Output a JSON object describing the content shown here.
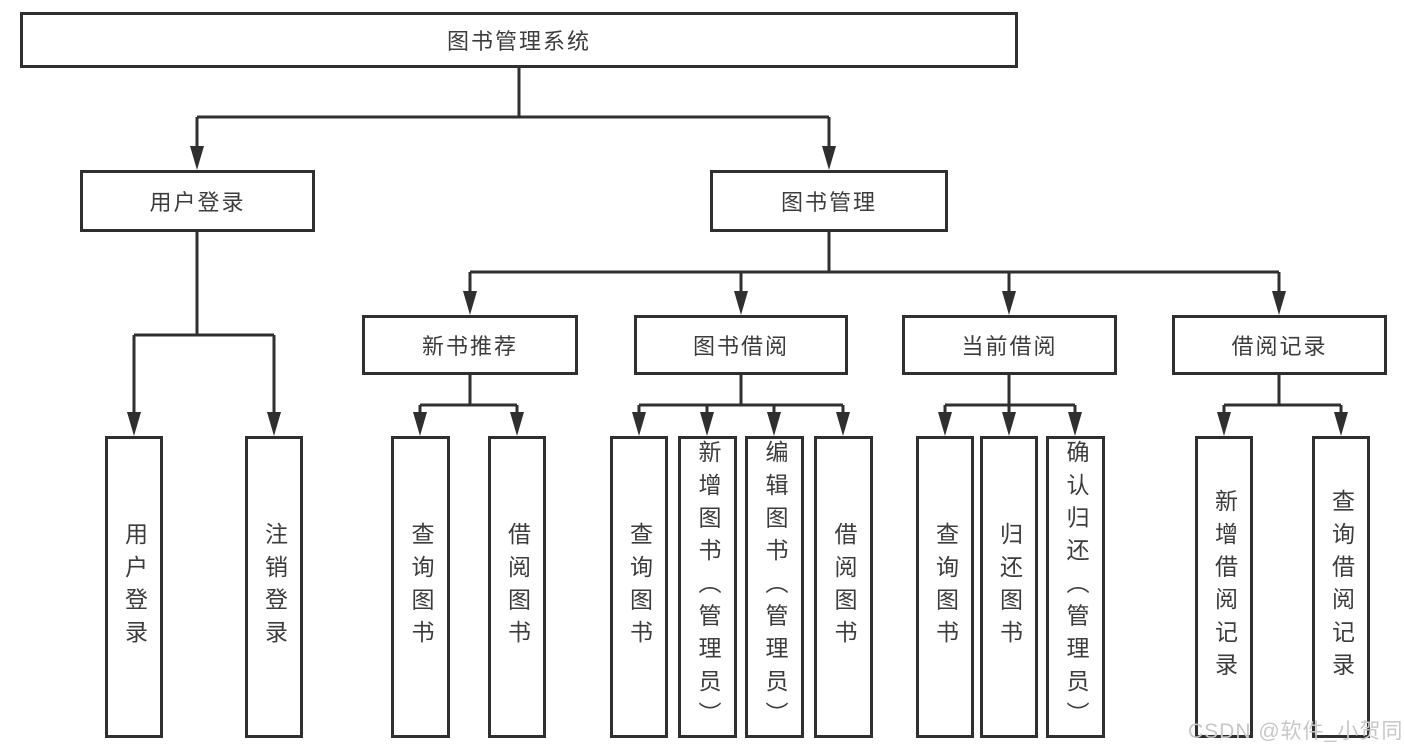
{
  "title": "图书管理系统",
  "level2": [
    {
      "label": "用户登录"
    },
    {
      "label": "图书管理"
    }
  ],
  "level3": [
    {
      "label": "新书推荐"
    },
    {
      "label": "图书借阅"
    },
    {
      "label": "当前借阅"
    },
    {
      "label": "借阅记录"
    }
  ],
  "leaves": {
    "user_login": [
      "用户登录",
      "注销登录"
    ],
    "new_book_rec": [
      "查询图书",
      "借阅图书"
    ],
    "book_borrow": [
      "查询图书",
      "新增图书（管理员）",
      "编辑图书（管理员）",
      "借阅图书"
    ],
    "current_borrow": [
      "查询图书",
      "归还图书",
      "确认归还（管理员）"
    ],
    "borrow_records": [
      "新增借阅记录",
      "查询借阅记录"
    ]
  },
  "watermark": "CSDN @软件_小贺同学",
  "colors": {
    "line": "#2f2f2f",
    "text": "#3c3c3c",
    "watermark": "#c7c7c7",
    "background": "#ffffff"
  }
}
